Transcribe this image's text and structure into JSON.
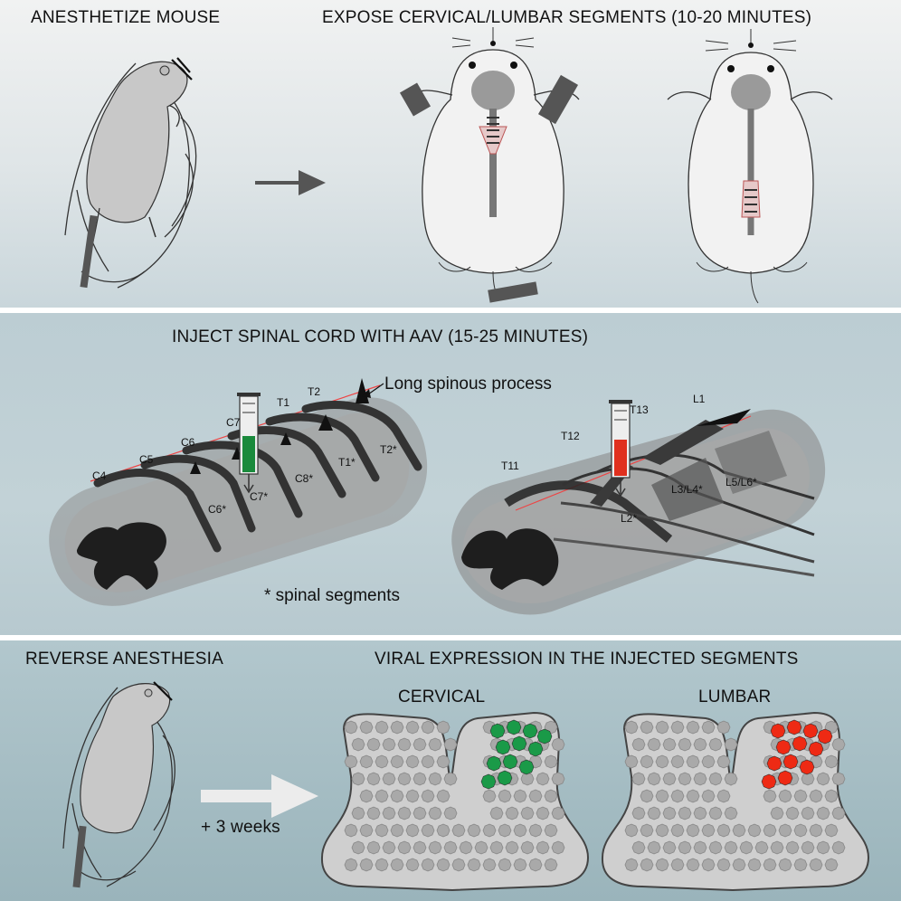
{
  "panels": {
    "anesthetize": {
      "title": "ANESTHETIZE MOUSE"
    },
    "expose": {
      "title": "EXPOSE CERVICAL/LUMBAR SEGMENTS (10-20 MINUTES)"
    },
    "inject": {
      "title": "INJECT SPINAL CORD WITH AAV (15-25 MINUTES)",
      "callout": "Long spinous process",
      "footnote": "* spinal segments",
      "cervical_vertebrae": [
        "C4",
        "C5",
        "C6",
        "C7",
        "T1",
        "T2"
      ],
      "cervical_segments": [
        "C6*",
        "C7*",
        "C8*",
        "T1*",
        "T2*"
      ],
      "lumbar_vertebrae": [
        "T11",
        "T12",
        "T13",
        "L1"
      ],
      "lumbar_segments": [
        "L2*",
        "L3/L4*",
        "L5/L6*"
      ],
      "syringe_colors": {
        "cervical": "#1a8a3c",
        "lumbar": "#e0301e"
      }
    },
    "reverse": {
      "title": "REVERSE ANESTHESIA",
      "arrow_label": "+ 3 weeks"
    },
    "expression": {
      "title": "VIRAL EXPRESSION IN THE INJECTED SEGMENTS",
      "cervical_label": "CERVICAL",
      "lumbar_label": "LUMBAR",
      "colors": {
        "cervical": "#1a9a48",
        "lumbar": "#ee2a14",
        "neuron": "#a9a9a9"
      }
    }
  }
}
